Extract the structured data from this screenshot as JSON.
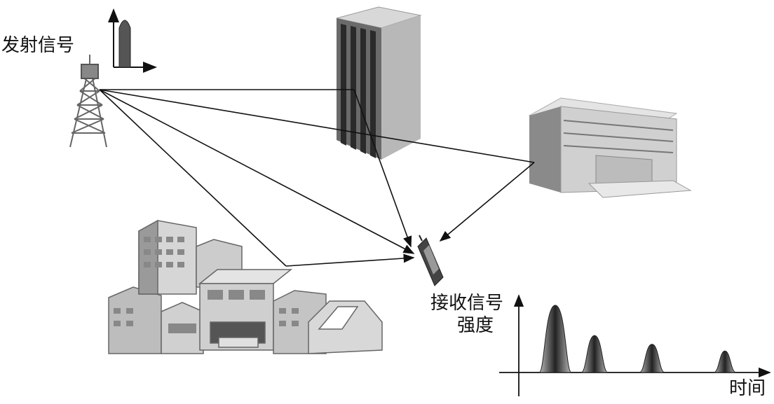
{
  "labels": {
    "transmit_signal": "发射信号",
    "receive_strength_line1": "接收信号",
    "receive_strength_line2": "强度",
    "time_axis": "时间"
  },
  "received_pulses": [
    {
      "index": 1,
      "relative_height": 1.0
    },
    {
      "index": 2,
      "relative_height": 0.55
    },
    {
      "index": 3,
      "relative_height": 0.42
    },
    {
      "index": 4,
      "relative_height": 0.32
    }
  ],
  "icons": {
    "transmitter": "radio-tower-icon",
    "tall_building": "skyscraper-icon",
    "office_building": "office-building-icon",
    "city_block": "city-buildings-icon",
    "receiver": "mobile-phone-icon"
  }
}
